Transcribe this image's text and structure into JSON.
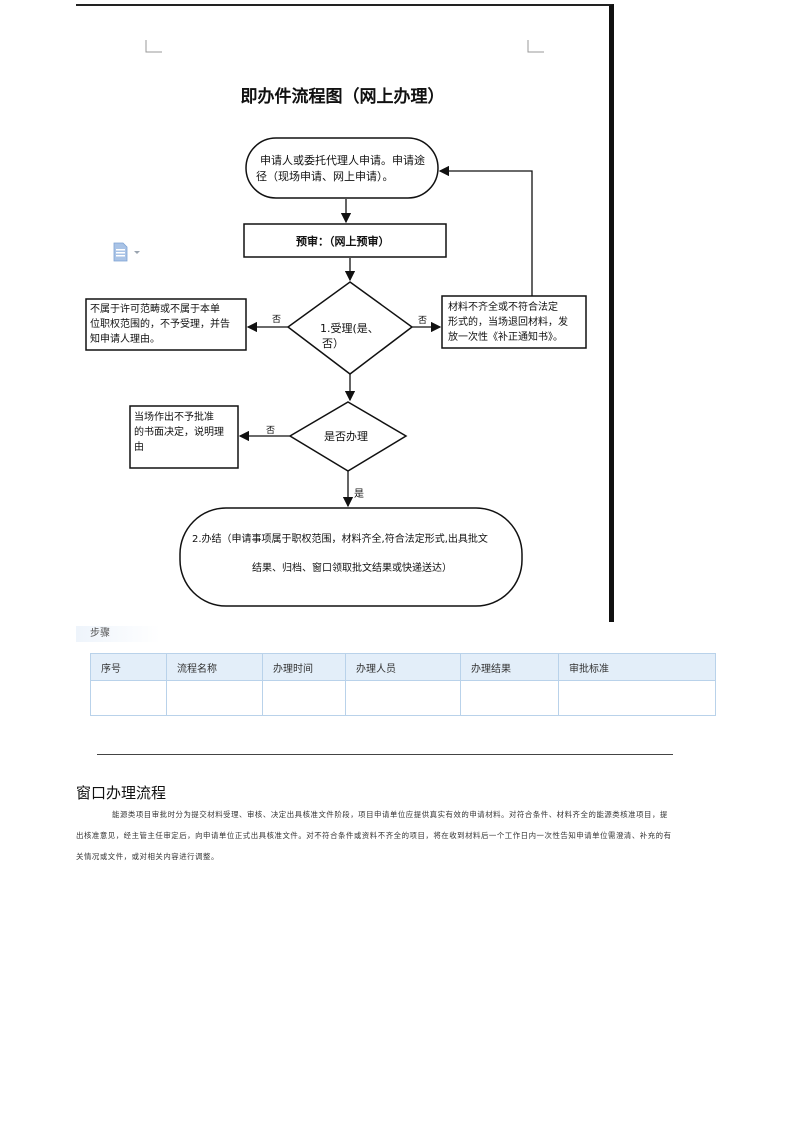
{
  "flowchart": {
    "title": "即办件流程图（网上办理）",
    "nodes": {
      "apply_line1": "申请人或委托代理人申请。申请途",
      "apply_line2": "径（现场申请、网上申请）。",
      "precheck": "预审：（网上预审）",
      "accept_line1": "1.受理(是、",
      "accept_line2": "否）",
      "reject_scope_line1": "不属于许可范畴或不属于本单",
      "reject_scope_line2": "位职权范围的，不予受理，并告",
      "reject_scope_line3": "知申请人理由。",
      "material_line1": "材料不齐全或不符合法定",
      "material_line2": "形式的，当场退回材料，发",
      "material_line3": "放一次性《补正通知书》。",
      "decide": "是否办理",
      "deny_line1": "当场作出不予批准",
      "deny_line2": "的书面决定，说明理",
      "deny_line3": "由",
      "finish_line1": "2.办结（申请事项属于职权范围，材料齐全,符合法定形式,出具批文",
      "finish_line2": "结果、归档、窗口领取批文结果或快递送达）"
    },
    "edge_labels": {
      "no_left": "否",
      "no_right": "否",
      "no_deny": "否",
      "yes_finish": "是"
    },
    "doc_icon": "document-dropdown-icon"
  },
  "steps": {
    "label": "步骤",
    "columns": [
      "序号",
      "流程名称",
      "办理时间",
      "办理人员",
      "办理结果",
      "审批标准"
    ]
  },
  "window_section": {
    "title": "窗口办理流程",
    "paragraph": "能源类项目审批时分为提交材料受理、审核、决定出具核准文件阶段，项目申请单位应提供真实有效的申请材料。对符合条件、材料齐全的能源类核准项目，提出核准意见，经主管主任审定后，向申请单位正式出具核准文件。对不符合条件或资料不齐全的项目，将在收到材料后一个工作日内一次性告知申请单位需澄清、补充的有关情况或文件，或对相关内容进行调整。"
  }
}
